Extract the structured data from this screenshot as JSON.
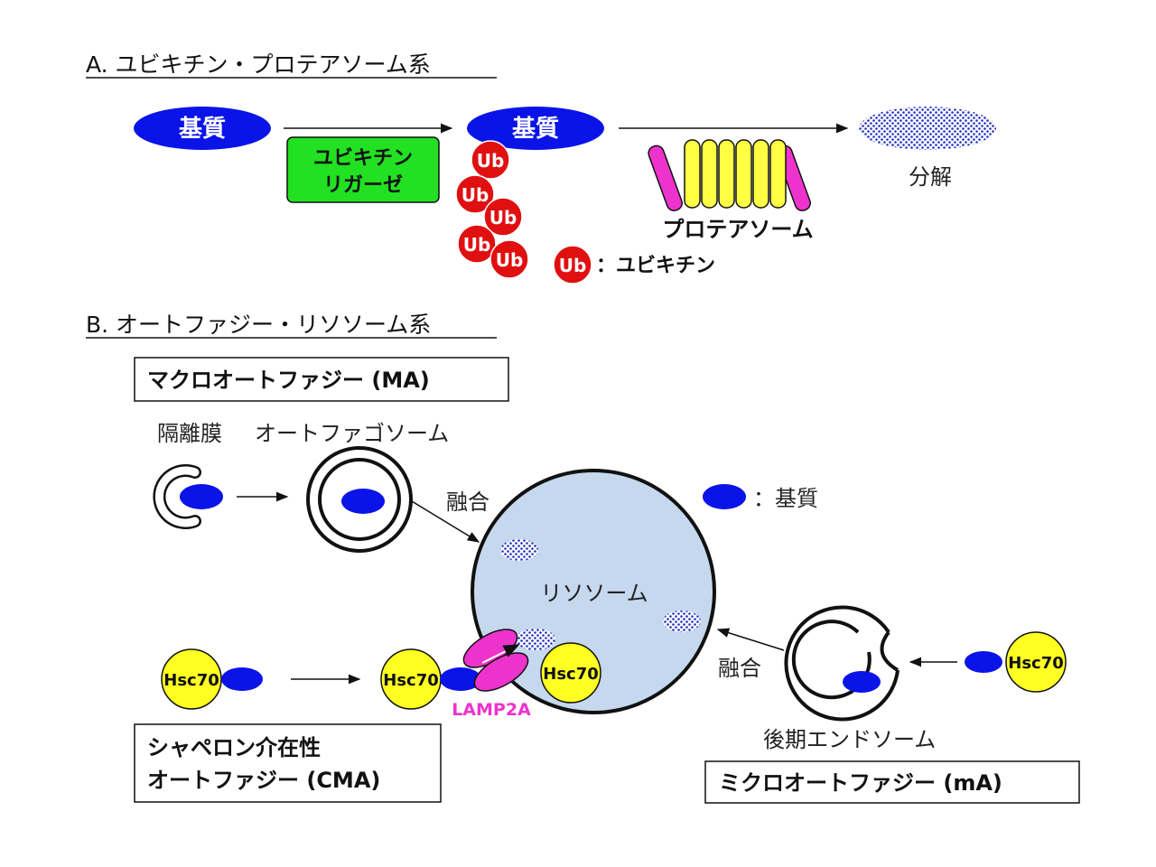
{
  "section_a": {
    "heading": "A. ユビキチン・プロテアソーム系",
    "substrate_1": "基質",
    "substrate_2": "基質",
    "ligase_line1": "ユビキチン",
    "ligase_line2": "リガーゼ",
    "ub_label": "Ub",
    "proteasome_label": "プロテアソーム",
    "degradation_label": "分解",
    "legend_ub_text": "：ユビキチン"
  },
  "section_b": {
    "heading": "B. オートファジー・リソソーム系",
    "macro_box": "マクロオートファジー (MA)",
    "isolation_membrane": "隔離膜",
    "autophagosome": "オートファゴソーム",
    "fusion_1": "融合",
    "fusion_2": "融合",
    "lysosome": "リソソーム",
    "legend_substrate_text": "：基質",
    "hsc70": "Hsc70",
    "lamp2a": "LAMP2A",
    "cma_box_line1": "シャペロン介在性",
    "cma_box_line2": "オートファジー (CMA)",
    "late_endosome": "後期エンドソーム",
    "micro_box": "ミクロオートファジー (mA)"
  },
  "colors": {
    "substrate_blue": "#0a14e8",
    "ub_red": "#e01010",
    "ligase_green": "#22e022",
    "proteasome_yellow": "#ffff44",
    "proteasome_magenta": "#ee33cc",
    "lysosome_fill": "#c5d8ee",
    "lamp2a_magenta": "#ee33cc",
    "hsc70_yellow": "#ffff22"
  }
}
